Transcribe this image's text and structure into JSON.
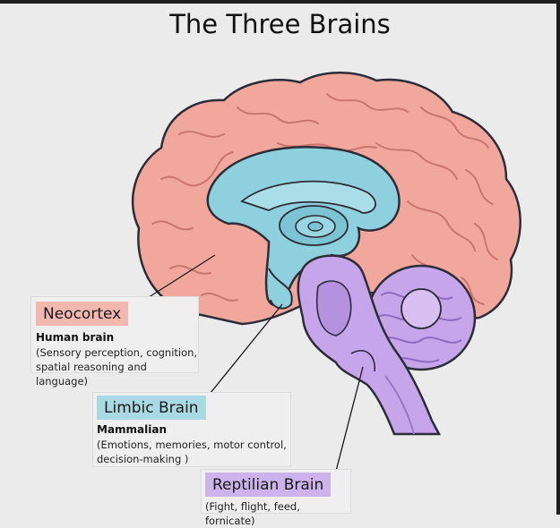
{
  "title": "The Three Brains",
  "labels": {
    "neocortex": {
      "name": "Neocortex",
      "subtitle": "Human brain",
      "desc_line1": "(Sensory perception, cognition,",
      "desc_line2": "spatial reasoning and language)"
    },
    "limbic": {
      "name": "Limbic Brain",
      "subtitle": "Mammalian",
      "desc_line1": "(Emotions, memories, motor control,",
      "desc_line2": "decision-making )"
    },
    "reptilian": {
      "name": "Reptilian Brain",
      "desc_line1": "(Fight, flight, feed, fornicate)"
    }
  },
  "colors": {
    "neocortex": "#f1a79c",
    "neocortex_fold": "#d9857b",
    "limbic": "#8fd0de",
    "limbic_dark": "#5aaebf",
    "reptilian": "#c6a5ea",
    "reptilian_dark": "#9a77c7",
    "outline": "#2d2d3a"
  }
}
